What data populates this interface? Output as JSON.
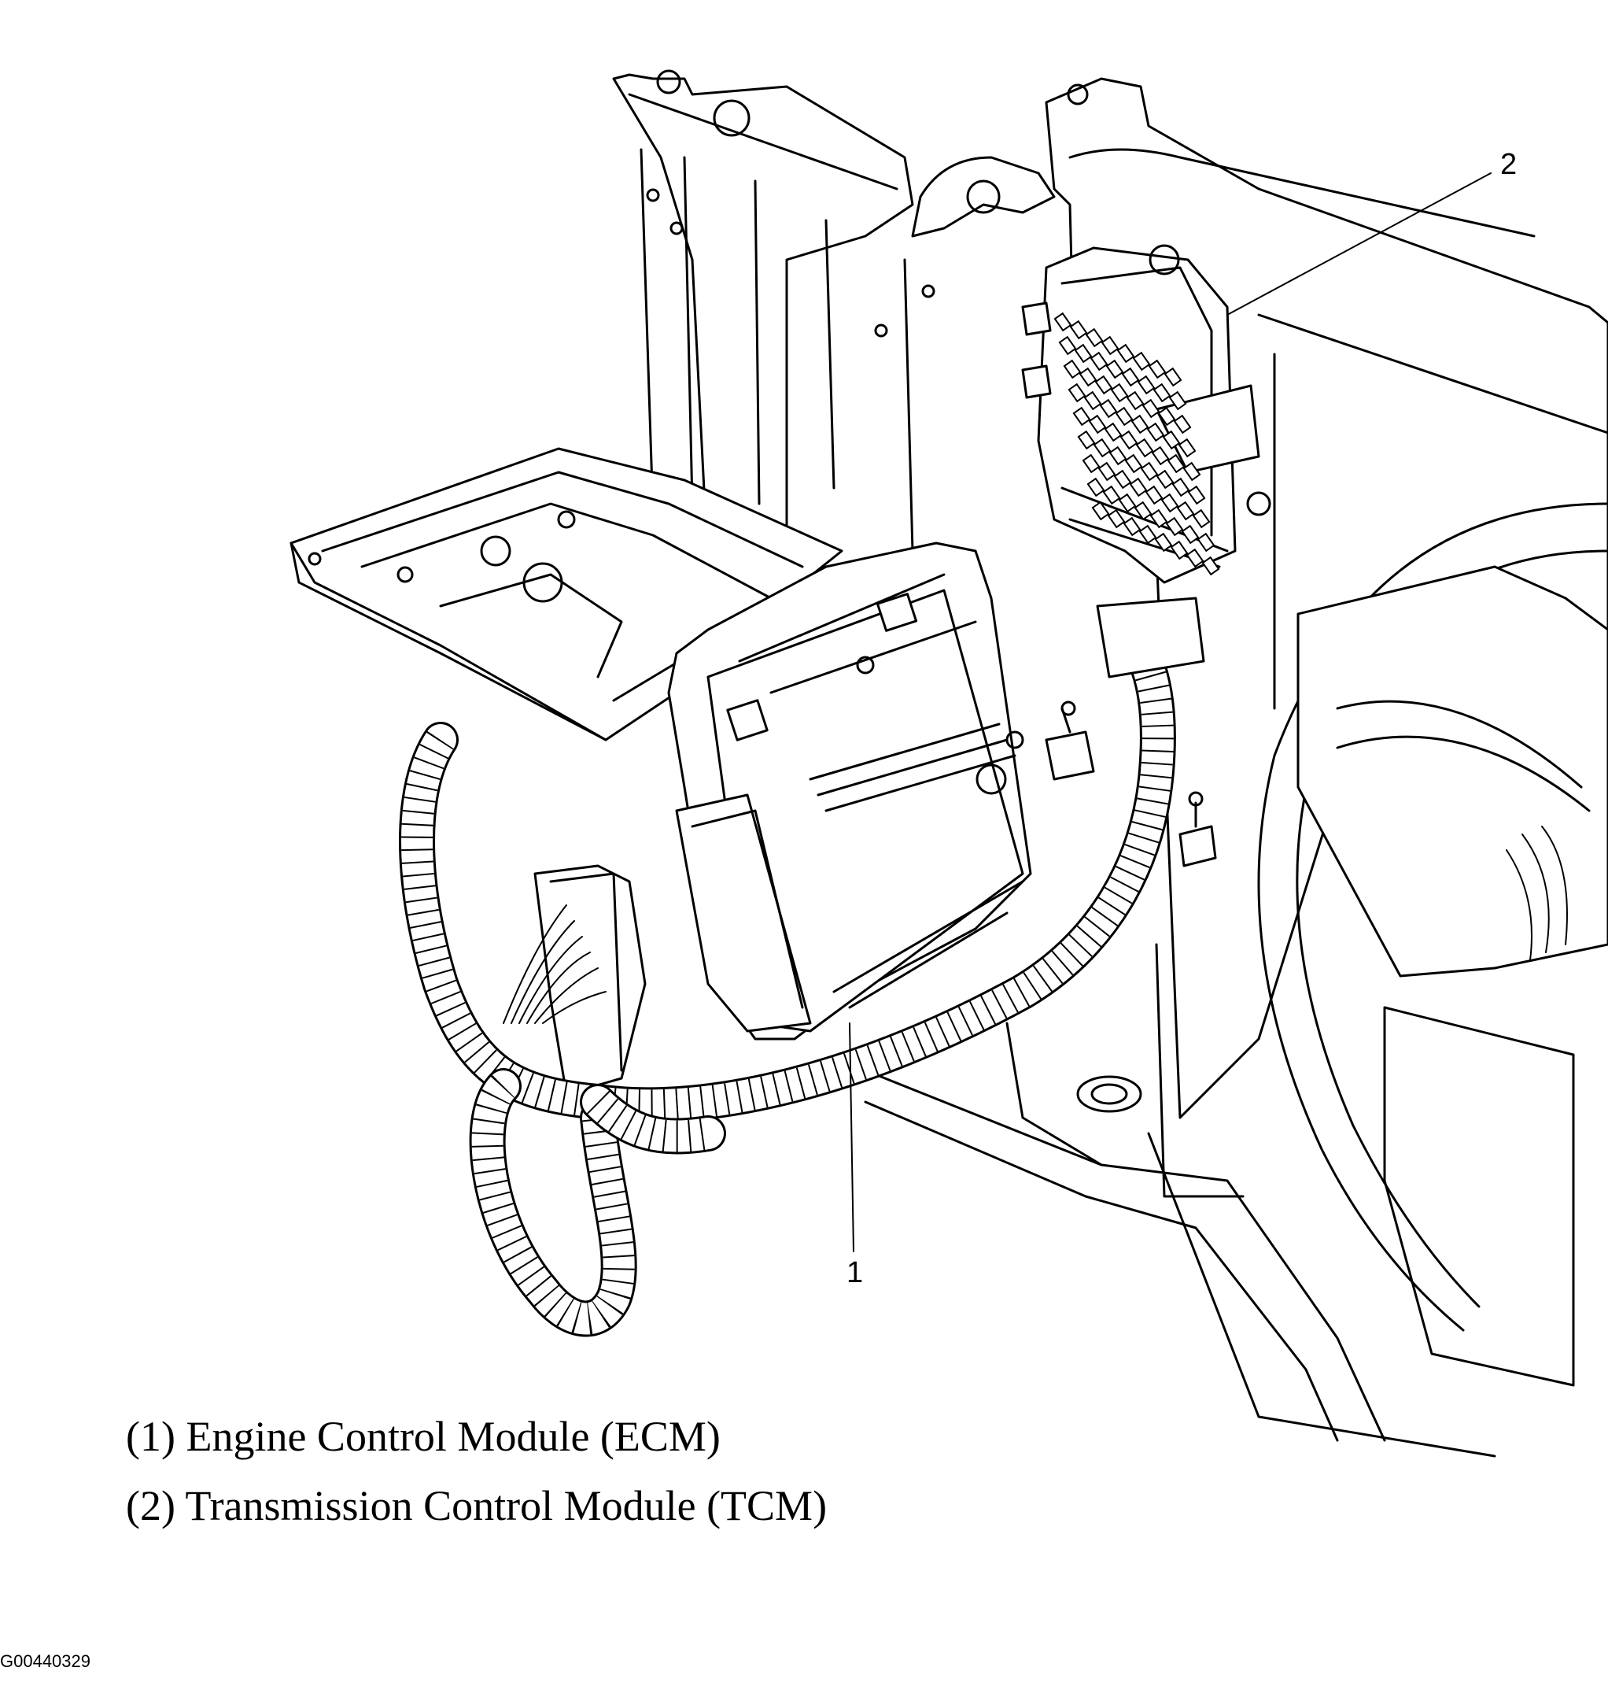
{
  "callouts": [
    {
      "number": "1"
    },
    {
      "number": "2"
    }
  ],
  "legend": [
    {
      "text": "(1) Engine Control Module (ECM)"
    },
    {
      "text": "(2) Transmission Control Module (TCM)"
    }
  ],
  "figure_id": "G00440329"
}
